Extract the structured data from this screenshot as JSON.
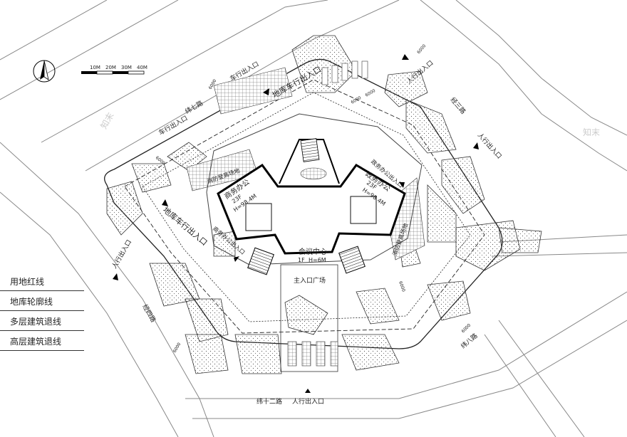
{
  "scale_bar": {
    "labels": [
      "10M",
      "20M",
      "30M",
      "40M"
    ]
  },
  "roads": {
    "north": "纬七路",
    "east": "经三路",
    "west": "经四路",
    "southeast": "纬八路",
    "south": "纬十二路"
  },
  "entrances": {
    "vehicle_nw": "车行出入口",
    "vehicle_n": "车行出入口",
    "garage_n": "地库车行出入口",
    "garage_w": "地库车行出入口",
    "ped_ne": "人行出入口",
    "ped_e": "人行出入口",
    "ped_w": "人行出入口",
    "ped_s": "人行出入口",
    "office_gov": "政务办公出入口",
    "office_biz": "商务办公出入口"
  },
  "buildings": {
    "left": {
      "name": "商务办公",
      "floors": "23F",
      "height": "H=98.4M"
    },
    "right": {
      "name": "政务办公",
      "floors": "23F",
      "height": "H=98.4M"
    },
    "center": {
      "name": "会议中心",
      "floors": "1F",
      "height": "H=6M"
    }
  },
  "fire_lanes": {
    "west": "消防登高场地",
    "east": "消防登高场地"
  },
  "plaza": "主入口广场",
  "legend": [
    "用地红线",
    "地库轮廓线",
    "多层建筑退线",
    "高层建筑退线"
  ],
  "dims": [
    "6000",
    "6000",
    "6000",
    "6000",
    "6000",
    "6000",
    "6000",
    "6000"
  ],
  "watermarks": [
    "知末",
    "知末"
  ]
}
